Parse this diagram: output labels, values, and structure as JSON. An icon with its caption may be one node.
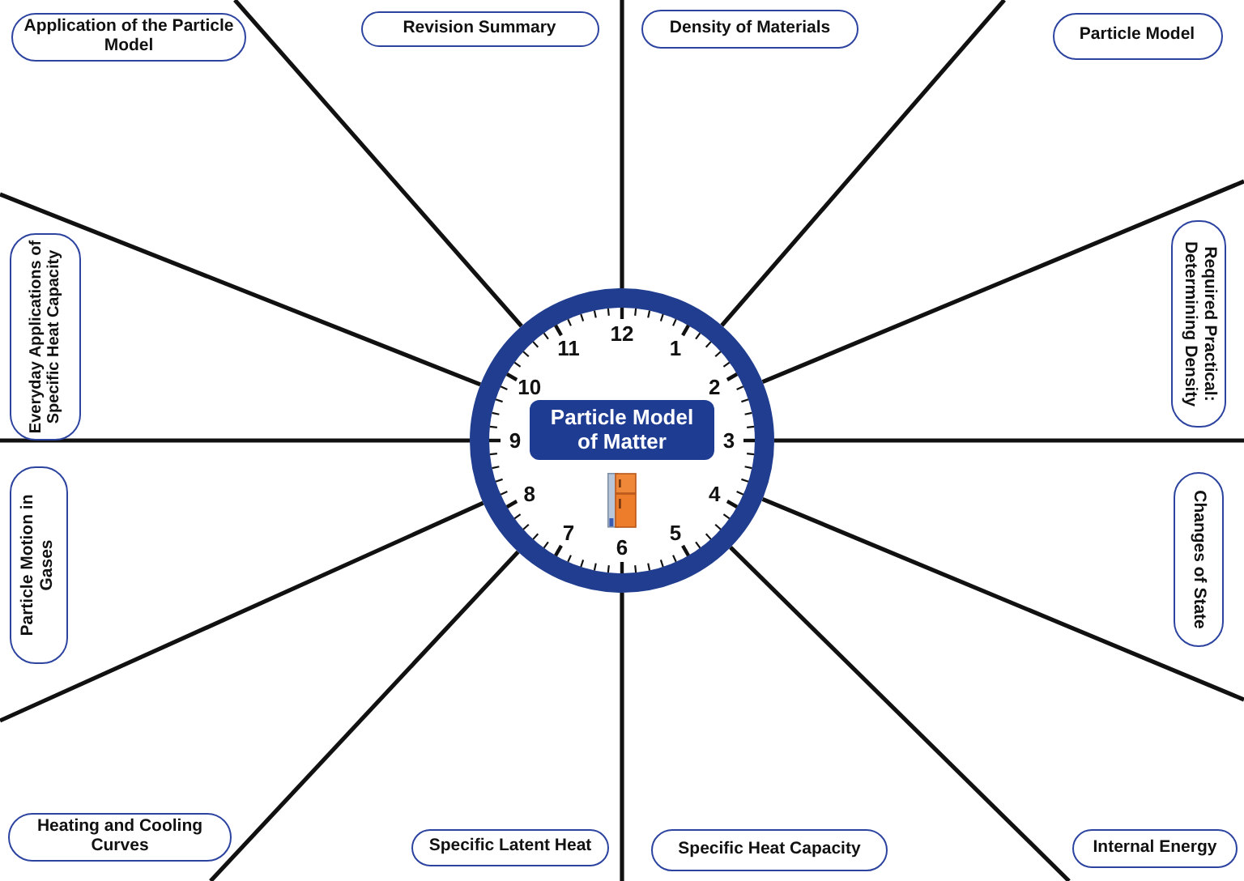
{
  "diagram": {
    "title": "Particle Model of Matter",
    "nodes": [
      {
        "text": [
          "Application of the Particle Model"
        ]
      },
      {
        "text": [
          "Revision Summary"
        ]
      },
      {
        "text": [
          "Density of Materials"
        ]
      },
      {
        "text": [
          "Particle Model"
        ]
      },
      {
        "text": [
          "Everyday Applications of Specific Heat Capacity"
        ]
      },
      {
        "text": [
          "Required Practical: Determining Density"
        ]
      },
      {
        "text": [
          "Particle Motion in Gases"
        ]
      },
      {
        "text": [
          "Changes of State"
        ]
      },
      {
        "text": [
          "Heating and Cooling Curves"
        ]
      },
      {
        "text": [
          "Specific Latent Heat"
        ]
      },
      {
        "text": [
          "Specific Heat Capacity"
        ]
      },
      {
        "text": [
          "Internal Energy"
        ]
      }
    ],
    "labels": [
      "12",
      "1",
      "2",
      "3",
      "4",
      "5",
      "6",
      "7",
      "8",
      "9",
      "10",
      "11"
    ]
  }
}
